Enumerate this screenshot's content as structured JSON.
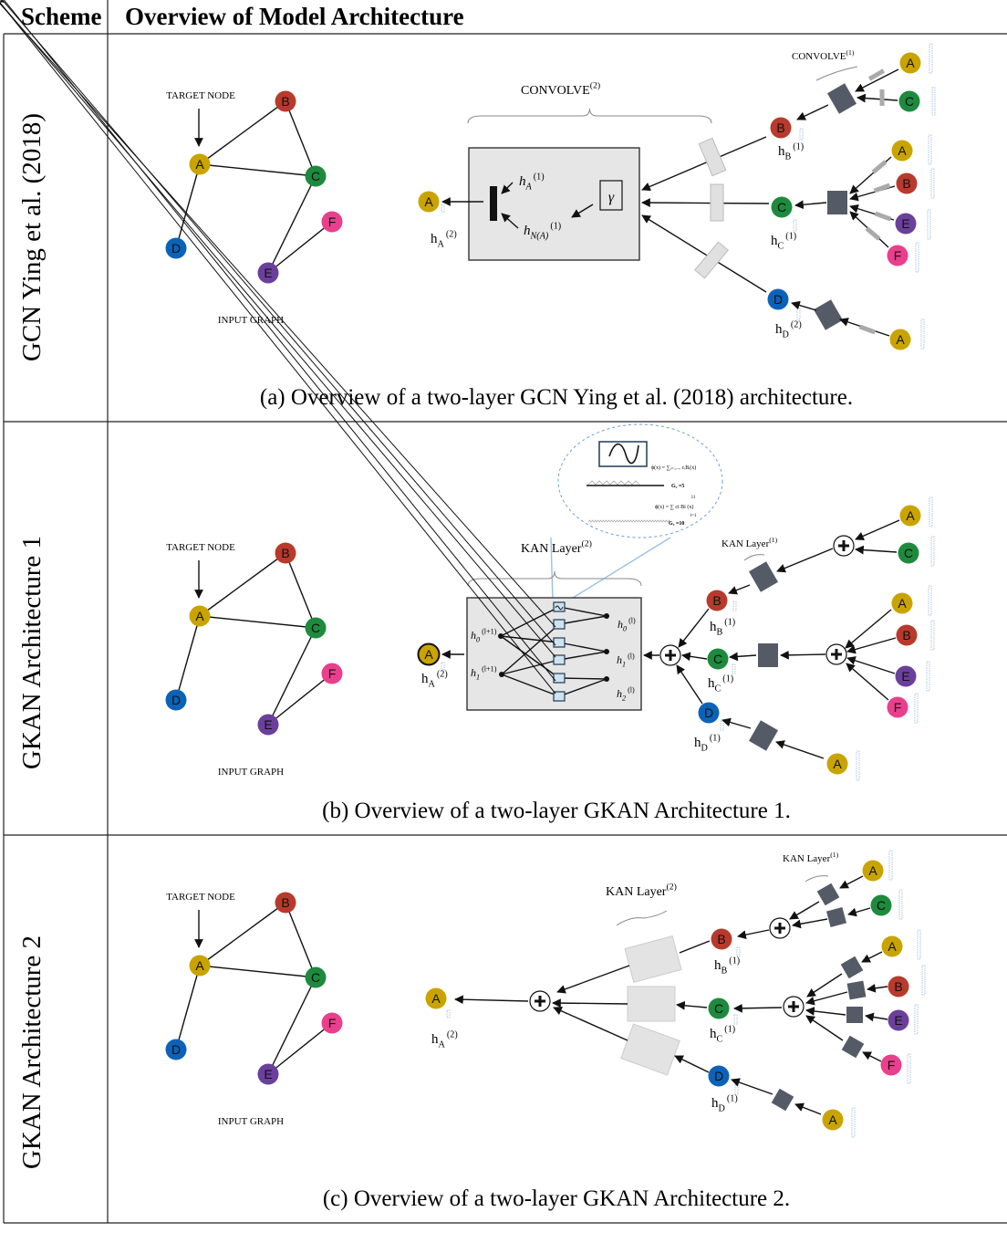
{
  "header": {
    "scheme": "Scheme",
    "overview": "Overview of Model Architecture"
  },
  "node_colors": {
    "A": "#c9a400",
    "B": "#b73a2c",
    "C": "#1d8a3e",
    "D": "#0b63b8",
    "E": "#6b3f9c",
    "F": "#ea3f8c"
  },
  "input_graph": {
    "target_label": "TARGET NODE",
    "graph_label": "INPUT GRAPH",
    "nodes": [
      "A",
      "B",
      "C",
      "D",
      "E",
      "F"
    ]
  },
  "panels": [
    {
      "row_label": "GCN Ying et al. (2018)",
      "caption": "(a) Overview of a two-layer GCN Ying et al. (2018) architecture.",
      "layer2": {
        "text": "CONVOLVE",
        "sup": "(2)"
      },
      "layer1": {
        "text": "CONVOLVE",
        "sup": "(1)"
      },
      "box": {
        "hA": {
          "base": "h",
          "sub": "A",
          "sup": "(1)"
        },
        "hN": {
          "base": "h",
          "sub": "N(A)",
          "sup": "(1)"
        },
        "gamma": "γ"
      },
      "h_out": {
        "base": "h",
        "sub": "A",
        "sup": "(2)"
      },
      "h_B": {
        "base": "h",
        "sub": "B",
        "sup": "(1)"
      },
      "h_C": {
        "base": "h",
        "sub": "C",
        "sup": "(1)"
      },
      "h_D": {
        "base": "h",
        "sub": "D",
        "sup": "(2)"
      }
    },
    {
      "row_label": "GKAN Architecture 1",
      "caption": "(b) Overview of a two-layer GKAN Architecture 1.",
      "layer2": {
        "text": "KAN Layer",
        "sup": "(2)"
      },
      "layer1": {
        "text": "KAN Layer",
        "sup": "(1)"
      },
      "box": {
        "in0": {
          "base": "h",
          "sub": "0",
          "sup": "(l+1)"
        },
        "in1": {
          "base": "h",
          "sub": "1",
          "sup": "(l+1)"
        },
        "out0": {
          "base": "h",
          "sub": "0",
          "sup": "(l)"
        },
        "out1": {
          "base": "h",
          "sub": "1",
          "sup": "(l)"
        },
        "out2": {
          "base": "h",
          "sub": "2",
          "sup": "(l)"
        }
      },
      "callout": {
        "formula1": "ϕ(x) = ∑ᵢ₌₁..₇ cᵢBᵢ(x)",
        "grid1": "G₂ =5",
        "formula2": "ϕ(x) = ∑ ci Bi (x)",
        "sum_top": "11",
        "sum_bottom": "i=1",
        "grid2": "G₂ =10"
      },
      "h_out": {
        "base": "h",
        "sub": "A",
        "sup": "(2)"
      },
      "h_B": {
        "base": "h",
        "sub": "B",
        "sup": "(1)"
      },
      "h_C": {
        "base": "h",
        "sub": "C",
        "sup": "(1)"
      },
      "h_D": {
        "base": "h",
        "sub": "D",
        "sup": "(1)"
      }
    },
    {
      "row_label": "GKAN Architecture 2",
      "caption": "(c) Overview of a two-layer GKAN Architecture 2.",
      "layer2": {
        "text": "KAN Layer",
        "sup": "(2)"
      },
      "layer1": {
        "text": "KAN Layer",
        "sup": "(1)"
      },
      "h_out": {
        "base": "h",
        "sub": "A",
        "sup": "(2)"
      },
      "h_B": {
        "base": "h",
        "sub": "B",
        "sup": "(1)"
      },
      "h_C": {
        "base": "h",
        "sub": "C",
        "sup": "(1)"
      },
      "h_D": {
        "base": "h",
        "sub": "D",
        "sup": "(1)"
      }
    }
  ]
}
